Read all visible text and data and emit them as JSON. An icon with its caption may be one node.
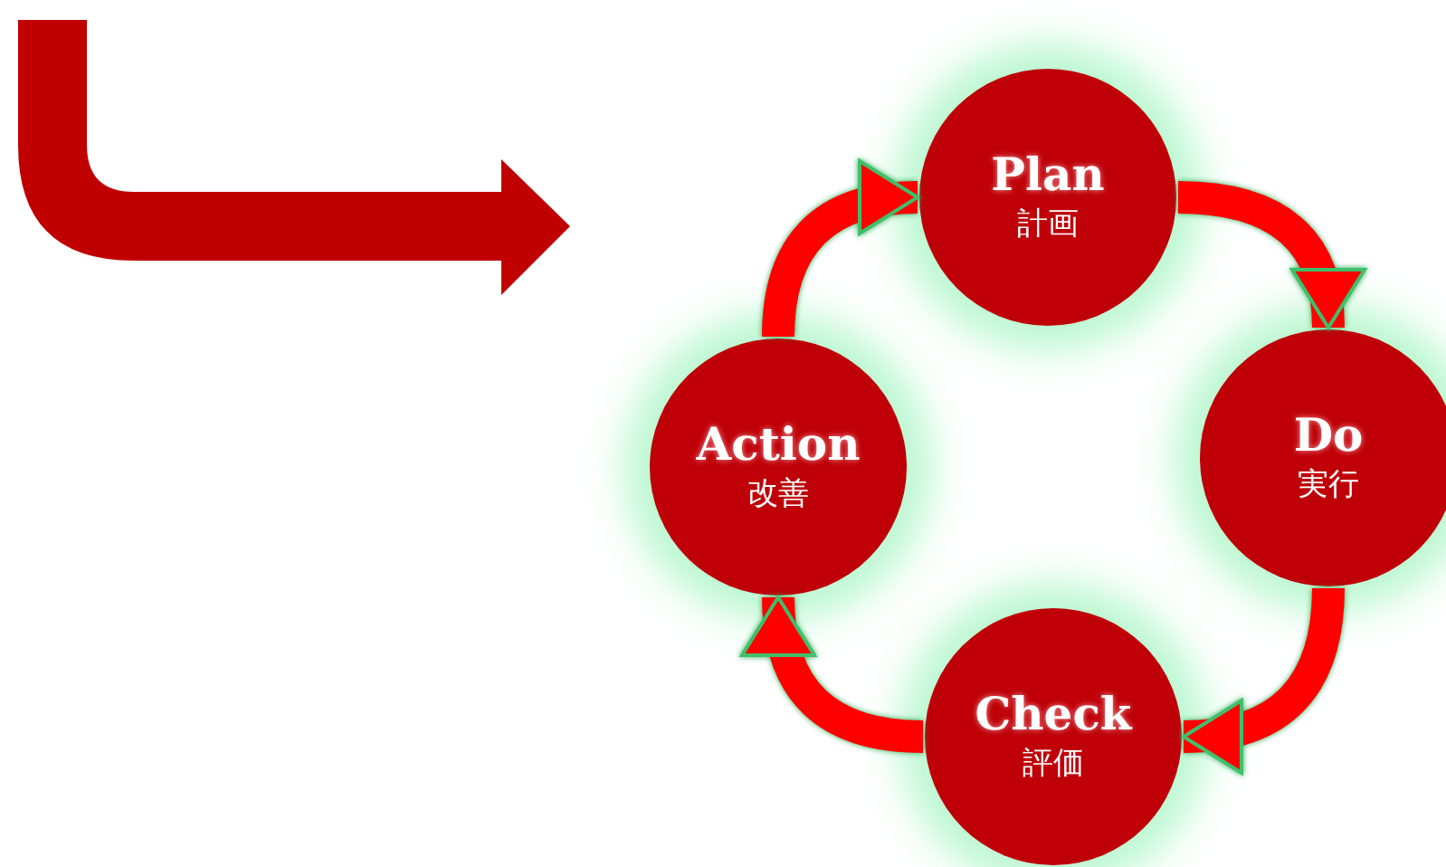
{
  "diagram": {
    "nodes": [
      {
        "text": [
          "Plan",
          "計画"
        ]
      },
      {
        "text": [
          "Do",
          "実行"
        ]
      },
      {
        "text": [
          "Check",
          "評価"
        ]
      },
      {
        "text": [
          "Action",
          "改善"
        ]
      }
    ],
    "edges": [
      {
        "from": 0,
        "to": 1,
        "arrow": "to"
      },
      {
        "from": 1,
        "to": 2,
        "arrow": "to"
      },
      {
        "from": 2,
        "to": 3,
        "arrow": "to"
      },
      {
        "from": 3,
        "to": 0,
        "arrow": "to"
      }
    ]
  }
}
